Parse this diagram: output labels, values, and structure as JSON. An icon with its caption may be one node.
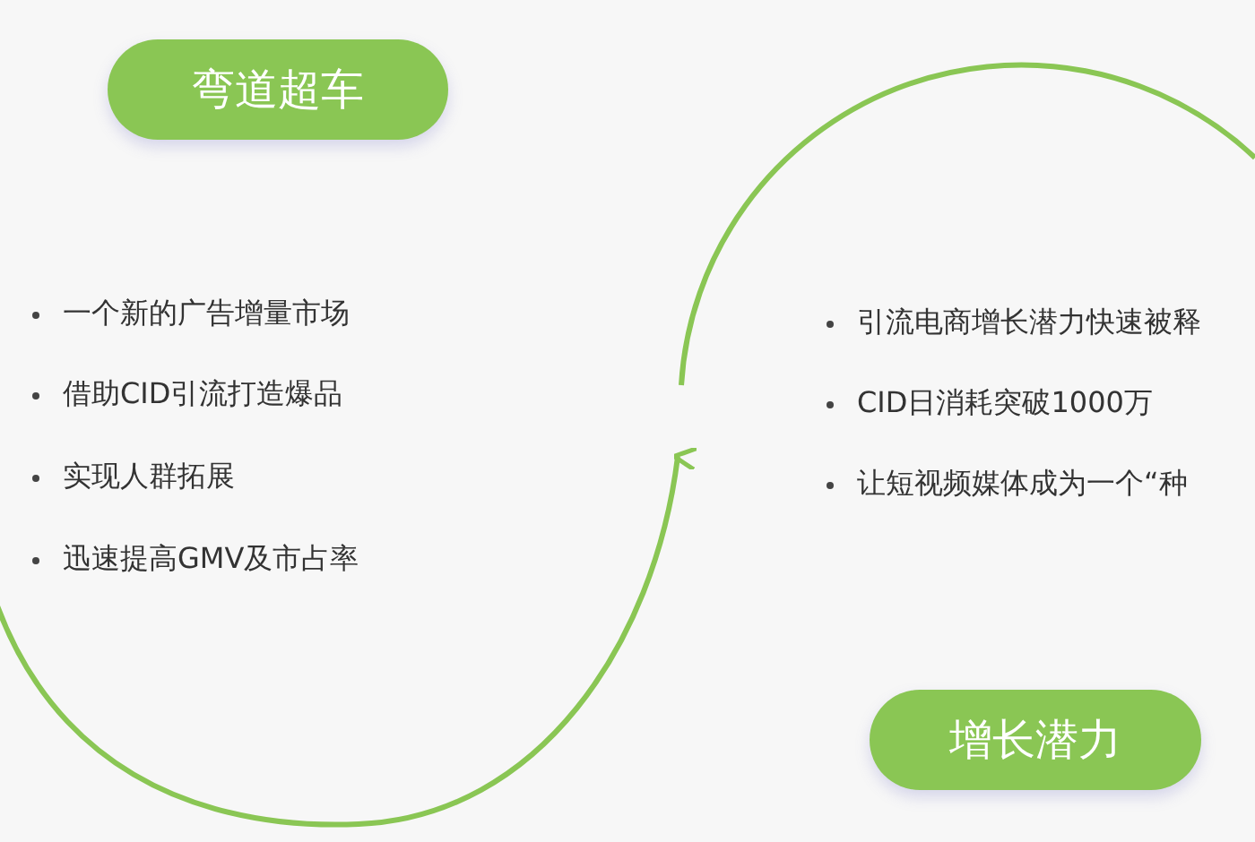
{
  "diagram": {
    "nodes": [
      {
        "text": [
          "弯道超车"
        ]
      },
      {
        "text": [
          "增长潜力"
        ]
      }
    ],
    "labels": [
      "一个新的广告增量市场",
      "借助CID引流打造爆品",
      "实现人群拓展",
      "迅速提高GMV及市占率",
      "引流电商增长潜力快速被释",
      "CID日消耗突破1000万",
      "让短视频媒体成为一个“种"
    ]
  }
}
